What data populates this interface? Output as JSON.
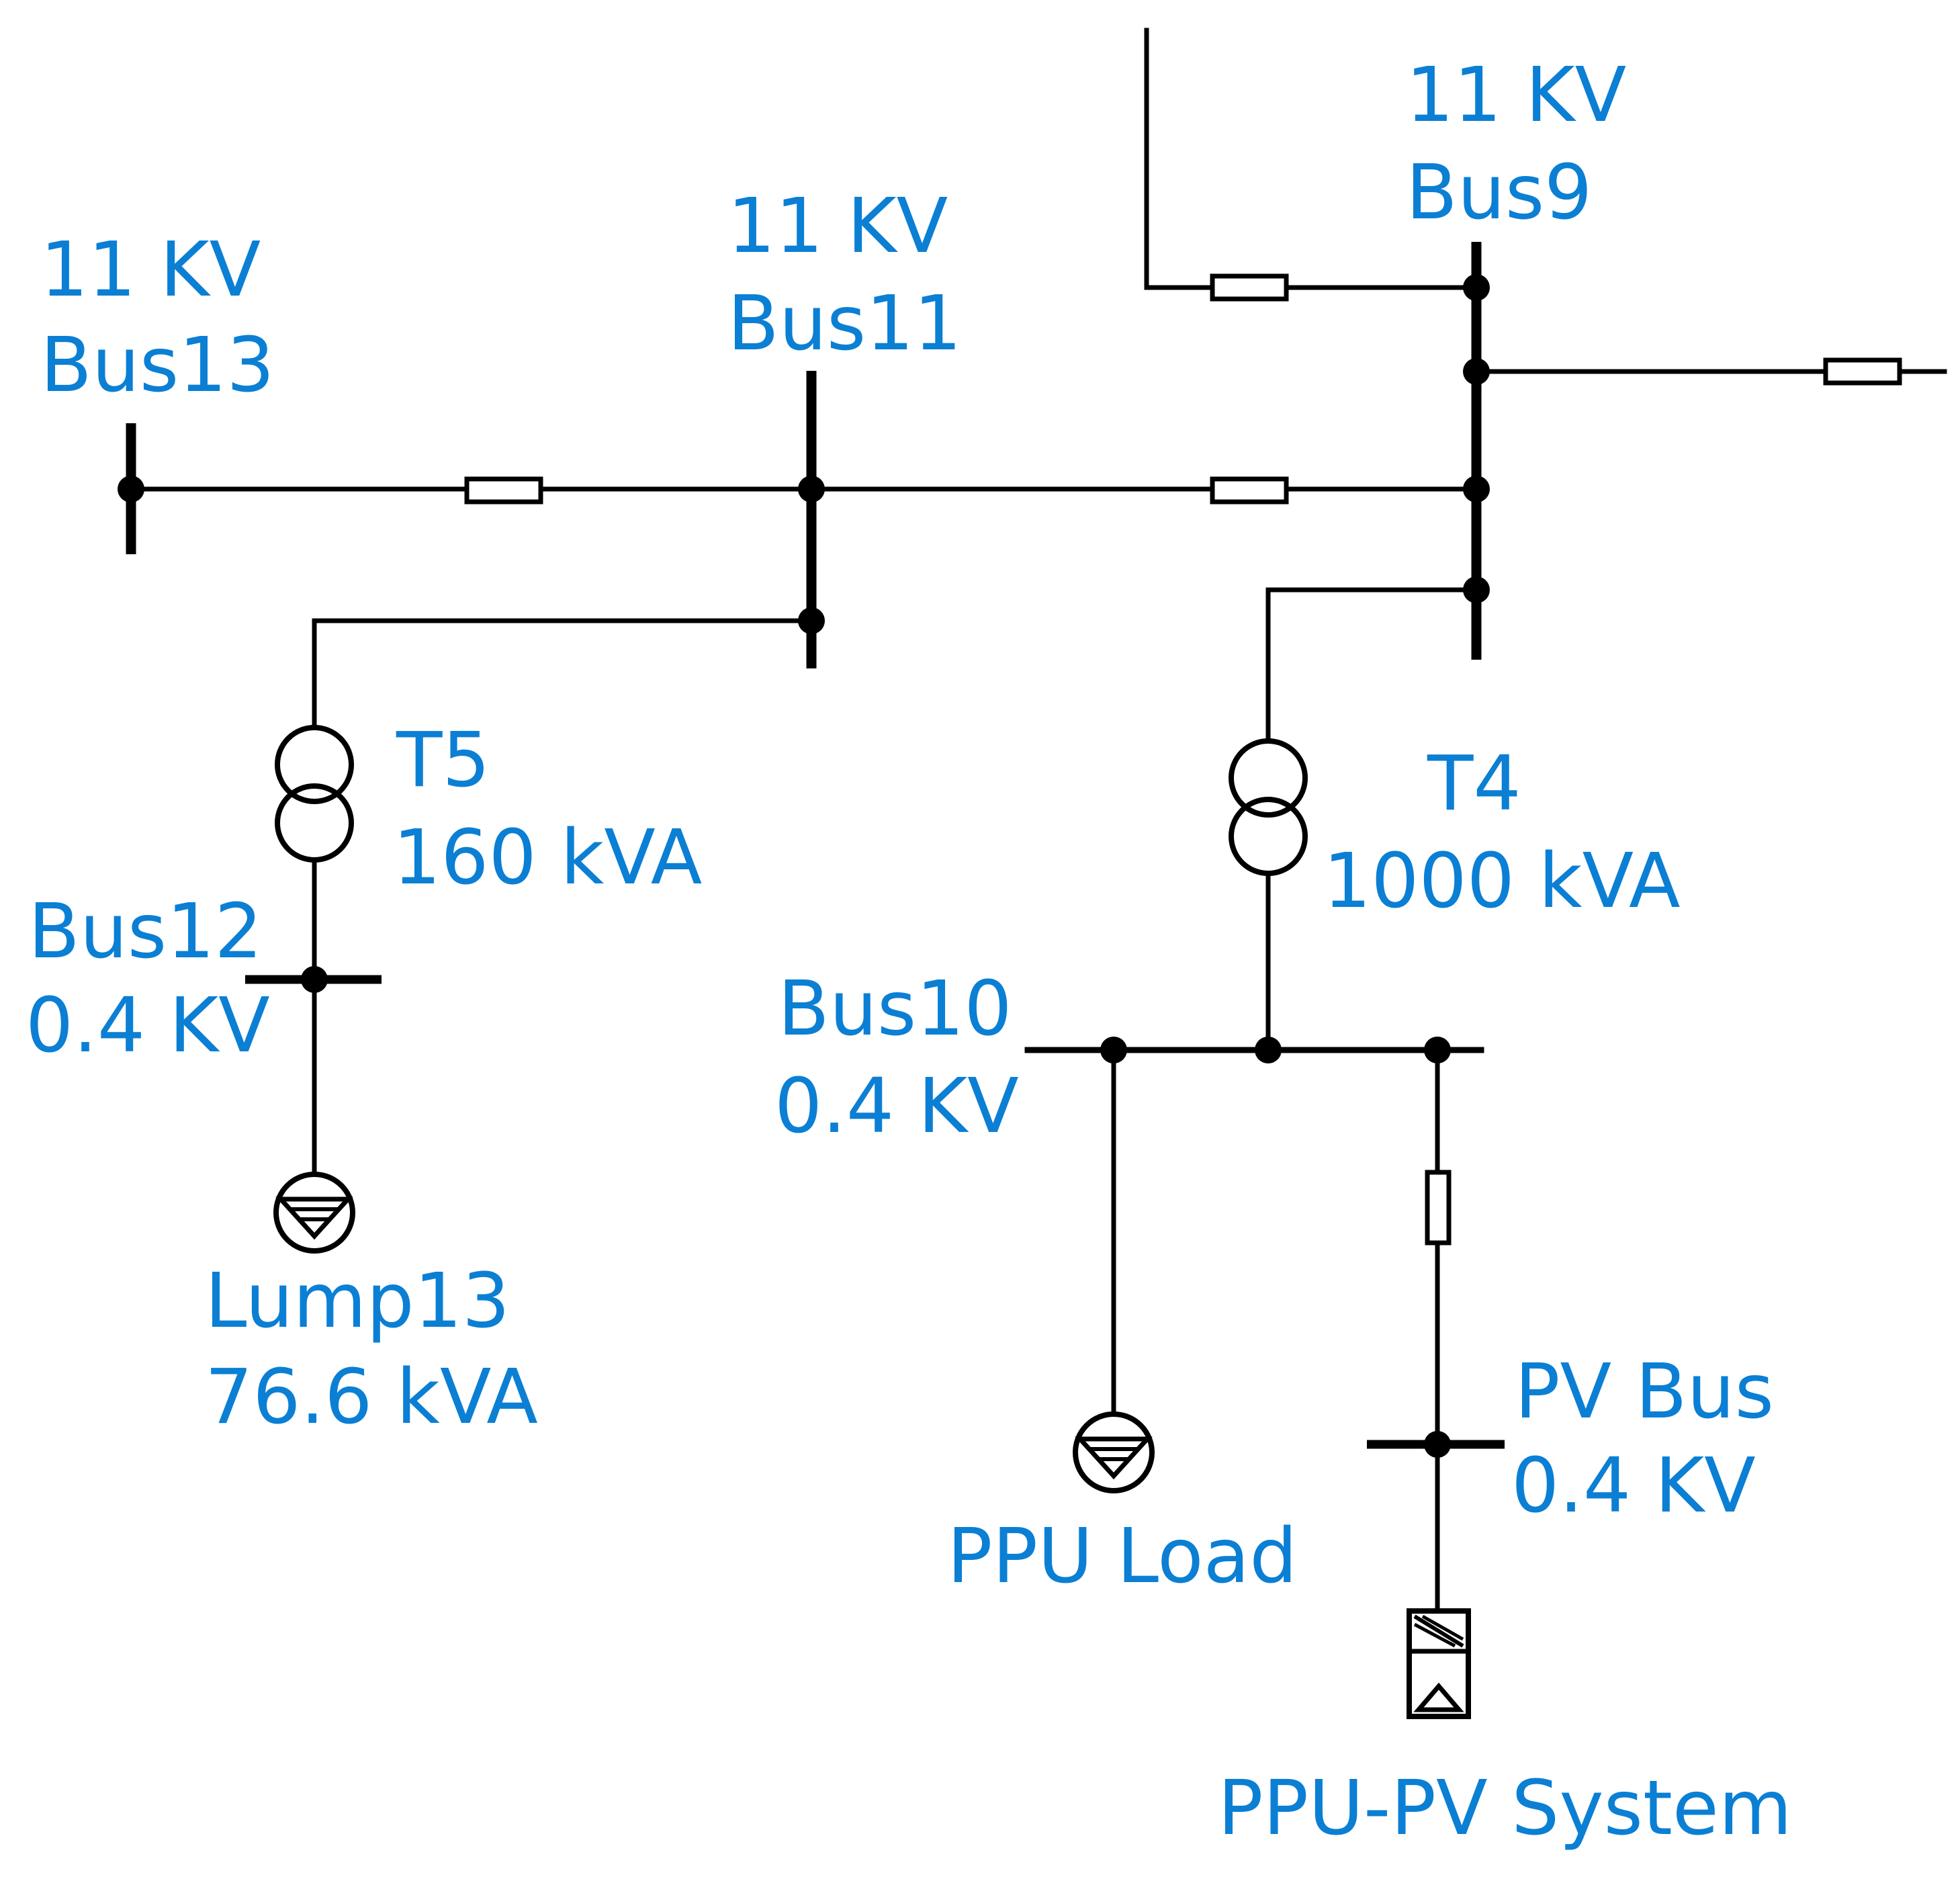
{
  "colors": {
    "label": "#0b7fd4",
    "line": "#000000",
    "background": "#ffffff"
  },
  "buses": {
    "bus13": {
      "voltage": "11 KV",
      "name": "Bus13"
    },
    "bus11": {
      "voltage": "11 KV",
      "name": "Bus11"
    },
    "bus9": {
      "voltage": "11 KV",
      "name": "Bus9"
    },
    "bus12": {
      "name": "Bus12",
      "voltage": "0.4 KV"
    },
    "bus10": {
      "name": "Bus10",
      "voltage": "0.4 KV"
    },
    "pv_bus": {
      "name": "PV Bus",
      "voltage": "0.4 KV"
    }
  },
  "transformers": {
    "t5": {
      "name": "T5",
      "rating": "160 kVA"
    },
    "t4": {
      "name": "T4",
      "rating": "1000 kVA"
    }
  },
  "loads": {
    "lump13": {
      "name": "Lump13",
      "rating": "76.6 kVA"
    },
    "ppu_load": {
      "name": "PPU Load"
    }
  },
  "generators": {
    "pv_system": {
      "name": "PPU-PV System"
    }
  }
}
